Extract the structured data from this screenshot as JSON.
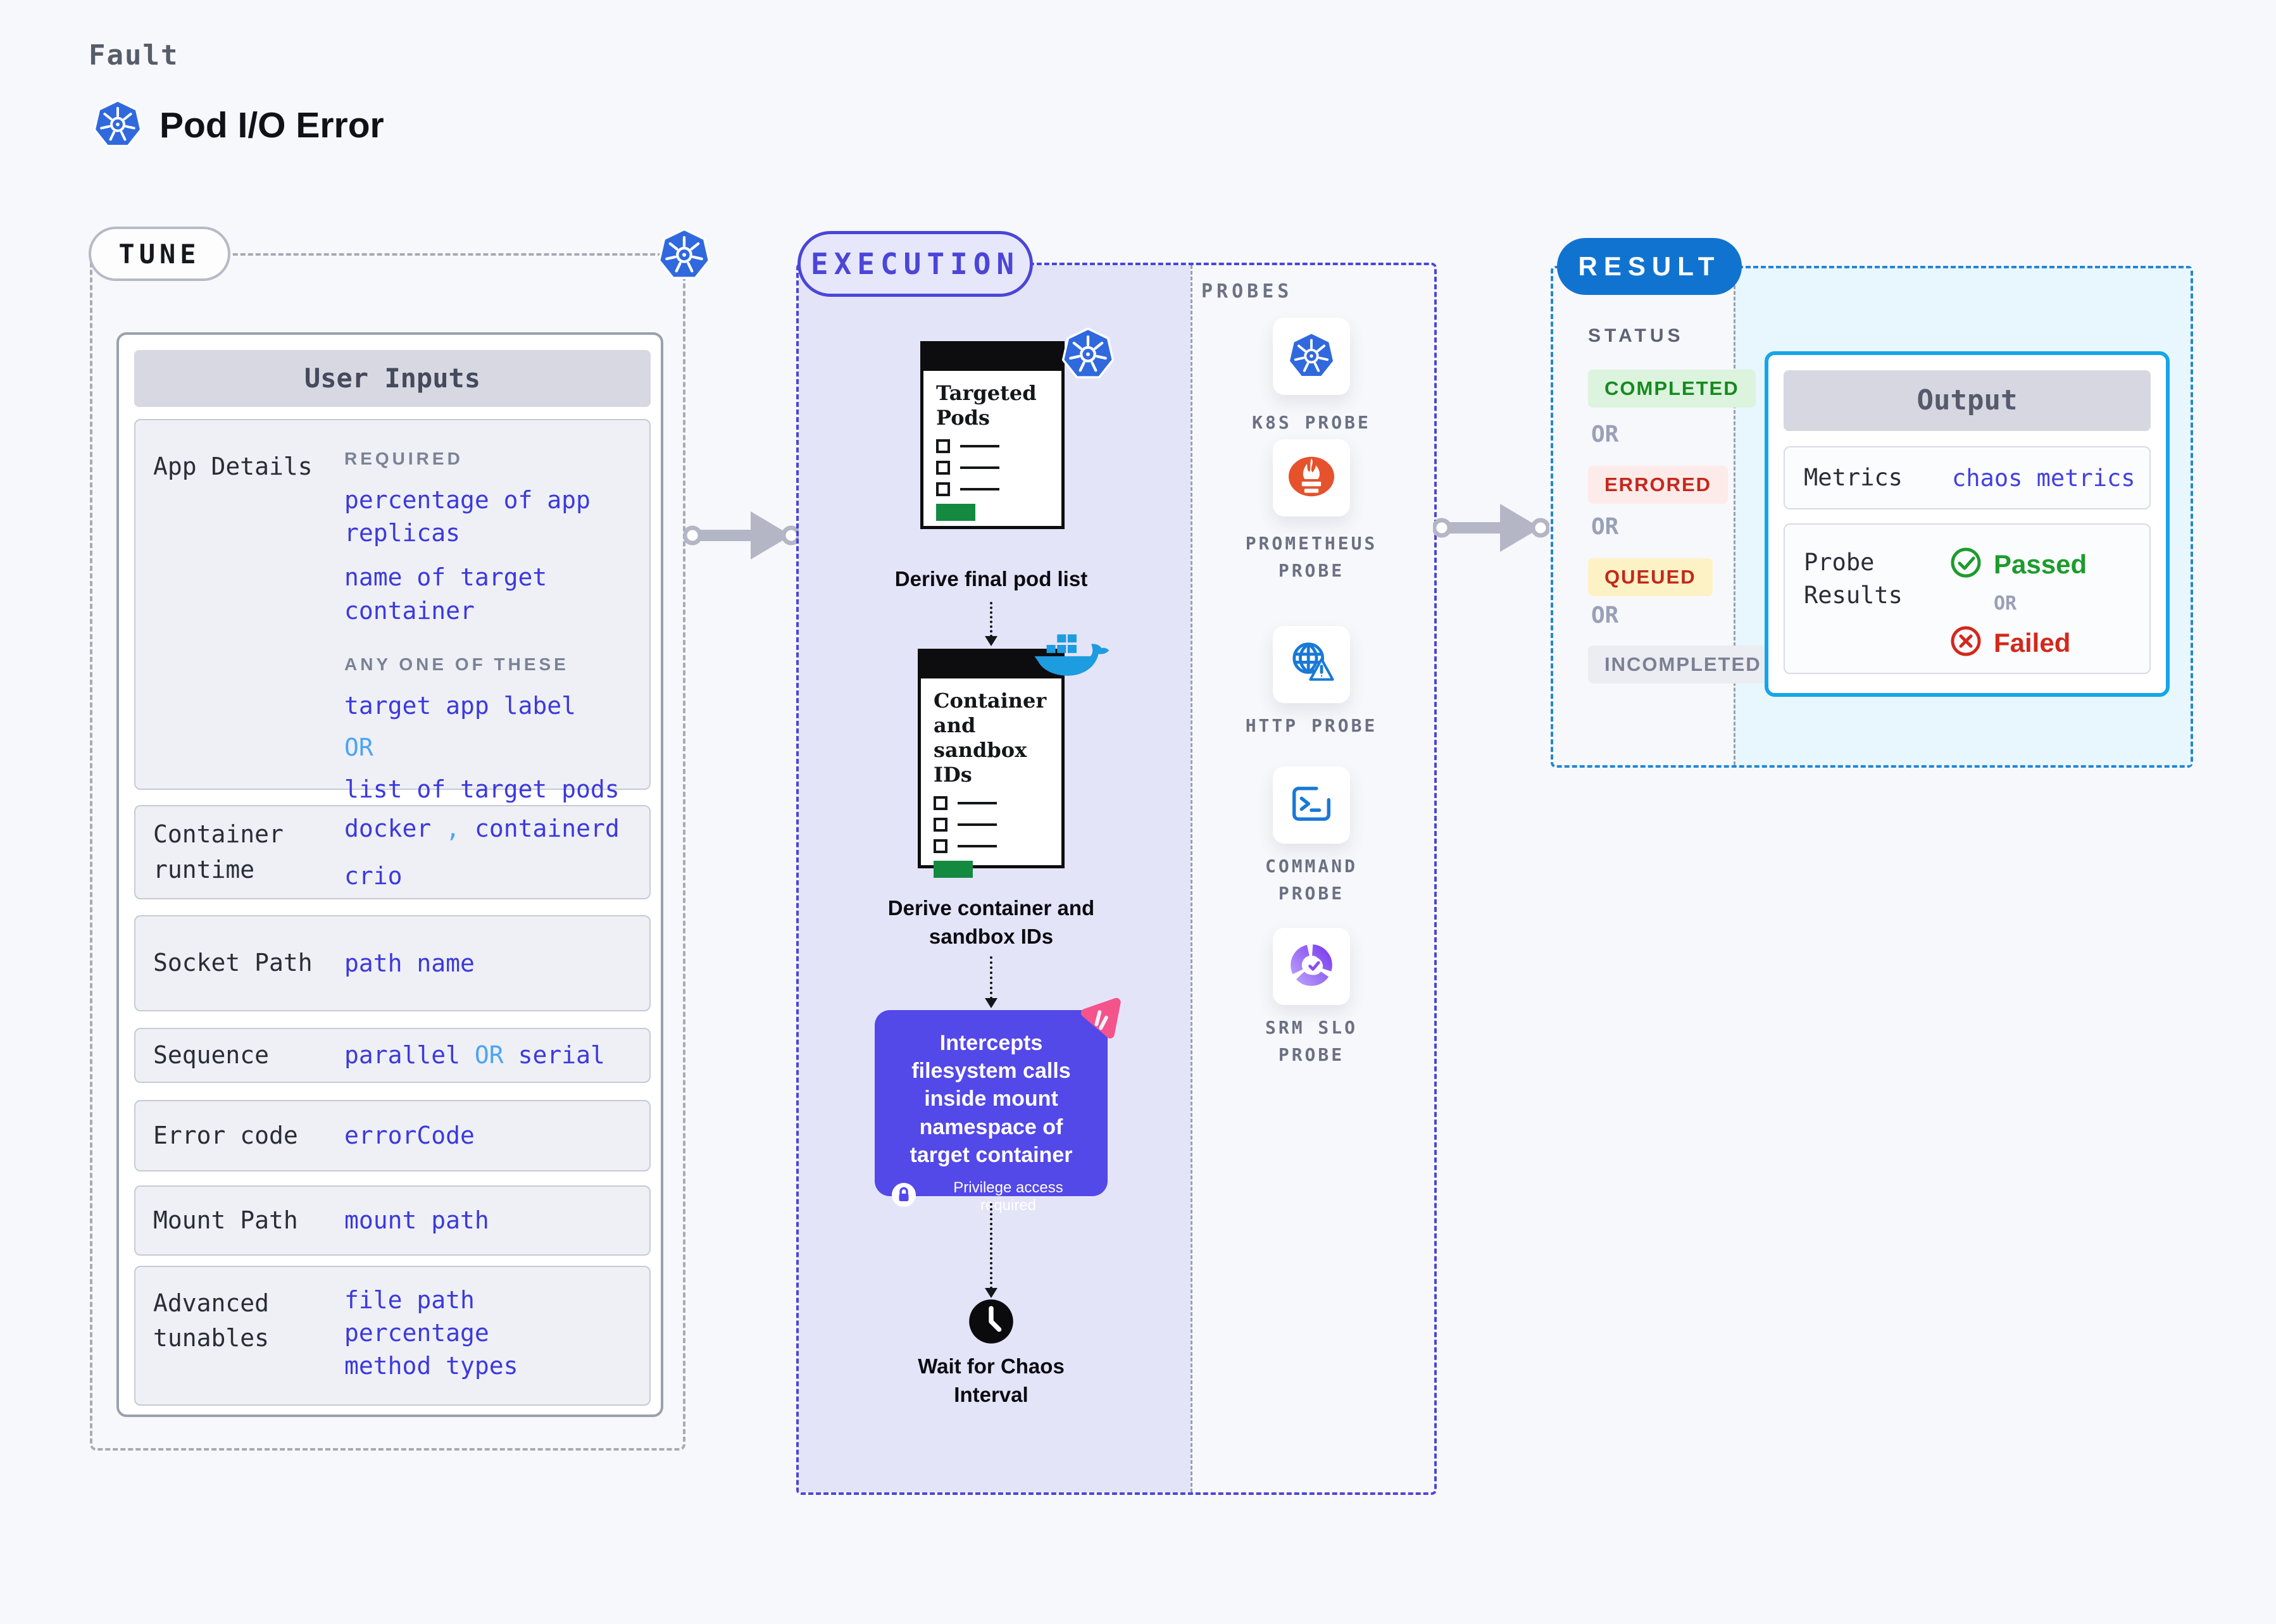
{
  "header": {
    "eyebrow": "Fault",
    "title": "Pod I/O Error"
  },
  "tune": {
    "label": "TUNE",
    "card_title": "User Inputs",
    "app_details": {
      "label": "App Details",
      "required_label": "REQUIRED",
      "required_value_1": "percentage of app replicas",
      "required_value_2": "name of target container",
      "any_one_label": "ANY ONE OF THESE",
      "option_a": "target app label",
      "or": "OR",
      "option_b": "list of target pods"
    },
    "container_runtime": {
      "label": "Container runtime",
      "v1": "docker",
      "sep": ",",
      "v2": "containerd",
      "v3": "crio"
    },
    "socket_path": {
      "label": "Socket Path",
      "value": "path name"
    },
    "sequence": {
      "label": "Sequence",
      "v1": "parallel",
      "or": "OR",
      "v2": "serial"
    },
    "error_code": {
      "label": "Error code",
      "value": "errorCode"
    },
    "mount_path": {
      "label": "Mount Path",
      "value": "mount path"
    },
    "advanced": {
      "label": "Advanced tunables",
      "v1": "file path",
      "v2": "percentage",
      "v3": "method types"
    }
  },
  "execution": {
    "label": "EXECUTION",
    "doc1": {
      "title": "Targeted Pods",
      "caption": "Derive final pod list"
    },
    "doc2": {
      "title": "Container and sandbox IDs",
      "caption": "Derive container and sandbox IDs"
    },
    "intercept": {
      "text": "Intercepts filesystem calls inside mount namespace of target container",
      "badge": "Privilege access required"
    },
    "wait": {
      "caption": "Wait for Chaos Interval"
    }
  },
  "probes": {
    "label": "PROBES",
    "items": [
      {
        "name": "K8S PROBE",
        "icon": "kubernetes-icon"
      },
      {
        "name": "PROMETHEUS PROBE",
        "icon": "prometheus-icon"
      },
      {
        "name": "HTTP PROBE",
        "icon": "globe-warning-icon"
      },
      {
        "name": "COMMAND PROBE",
        "icon": "terminal-icon"
      },
      {
        "name": "SRM SLO PROBE",
        "icon": "slo-donut-check-icon"
      }
    ]
  },
  "result": {
    "label": "RESULT",
    "status_label": "STATUS",
    "or": "OR",
    "statuses": [
      {
        "text": "COMPLETED",
        "bg": "#dcf3de",
        "fg": "#168a1f"
      },
      {
        "text": "ERRORED",
        "bg": "#fcebe9",
        "fg": "#c5281c"
      },
      {
        "text": "QUEUED",
        "bg": "#fdf2c5",
        "fg": "#c2291a"
      },
      {
        "text": "INCOMPLETED",
        "bg": "#ecedf3",
        "fg": "#7b8093"
      }
    ],
    "output": {
      "title": "Output",
      "metrics_label": "Metrics",
      "metrics_value": "chaos metrics",
      "probe_results_label": "Probe Results",
      "passed": "Passed",
      "or": "OR",
      "failed": "Failed"
    }
  },
  "colors": {
    "page_bg": "#f7f8fb",
    "accent_indigo": "#4b46d8",
    "value_blue": "#3c39dd",
    "or_light_blue": "#4da3f5",
    "execution_fill": "#e4e4f9",
    "intercept_purple": "#5348e8",
    "chaos_pink": "#f4538c",
    "result_pill_blue": "#1173d0",
    "result_border_blue": "#2187d8",
    "output_border_cyan": "#16a5e8",
    "result_cyan_bg": "#e8f6fd",
    "passed_green": "#1d9b2d",
    "failed_red": "#d3281c",
    "doc_green": "#148a41",
    "kubernetes_blue": "#3069de",
    "docker_blue": "#1d9ce0",
    "prometheus_orange": "#e6522c",
    "arrow_gray": "#b4b6c6"
  }
}
